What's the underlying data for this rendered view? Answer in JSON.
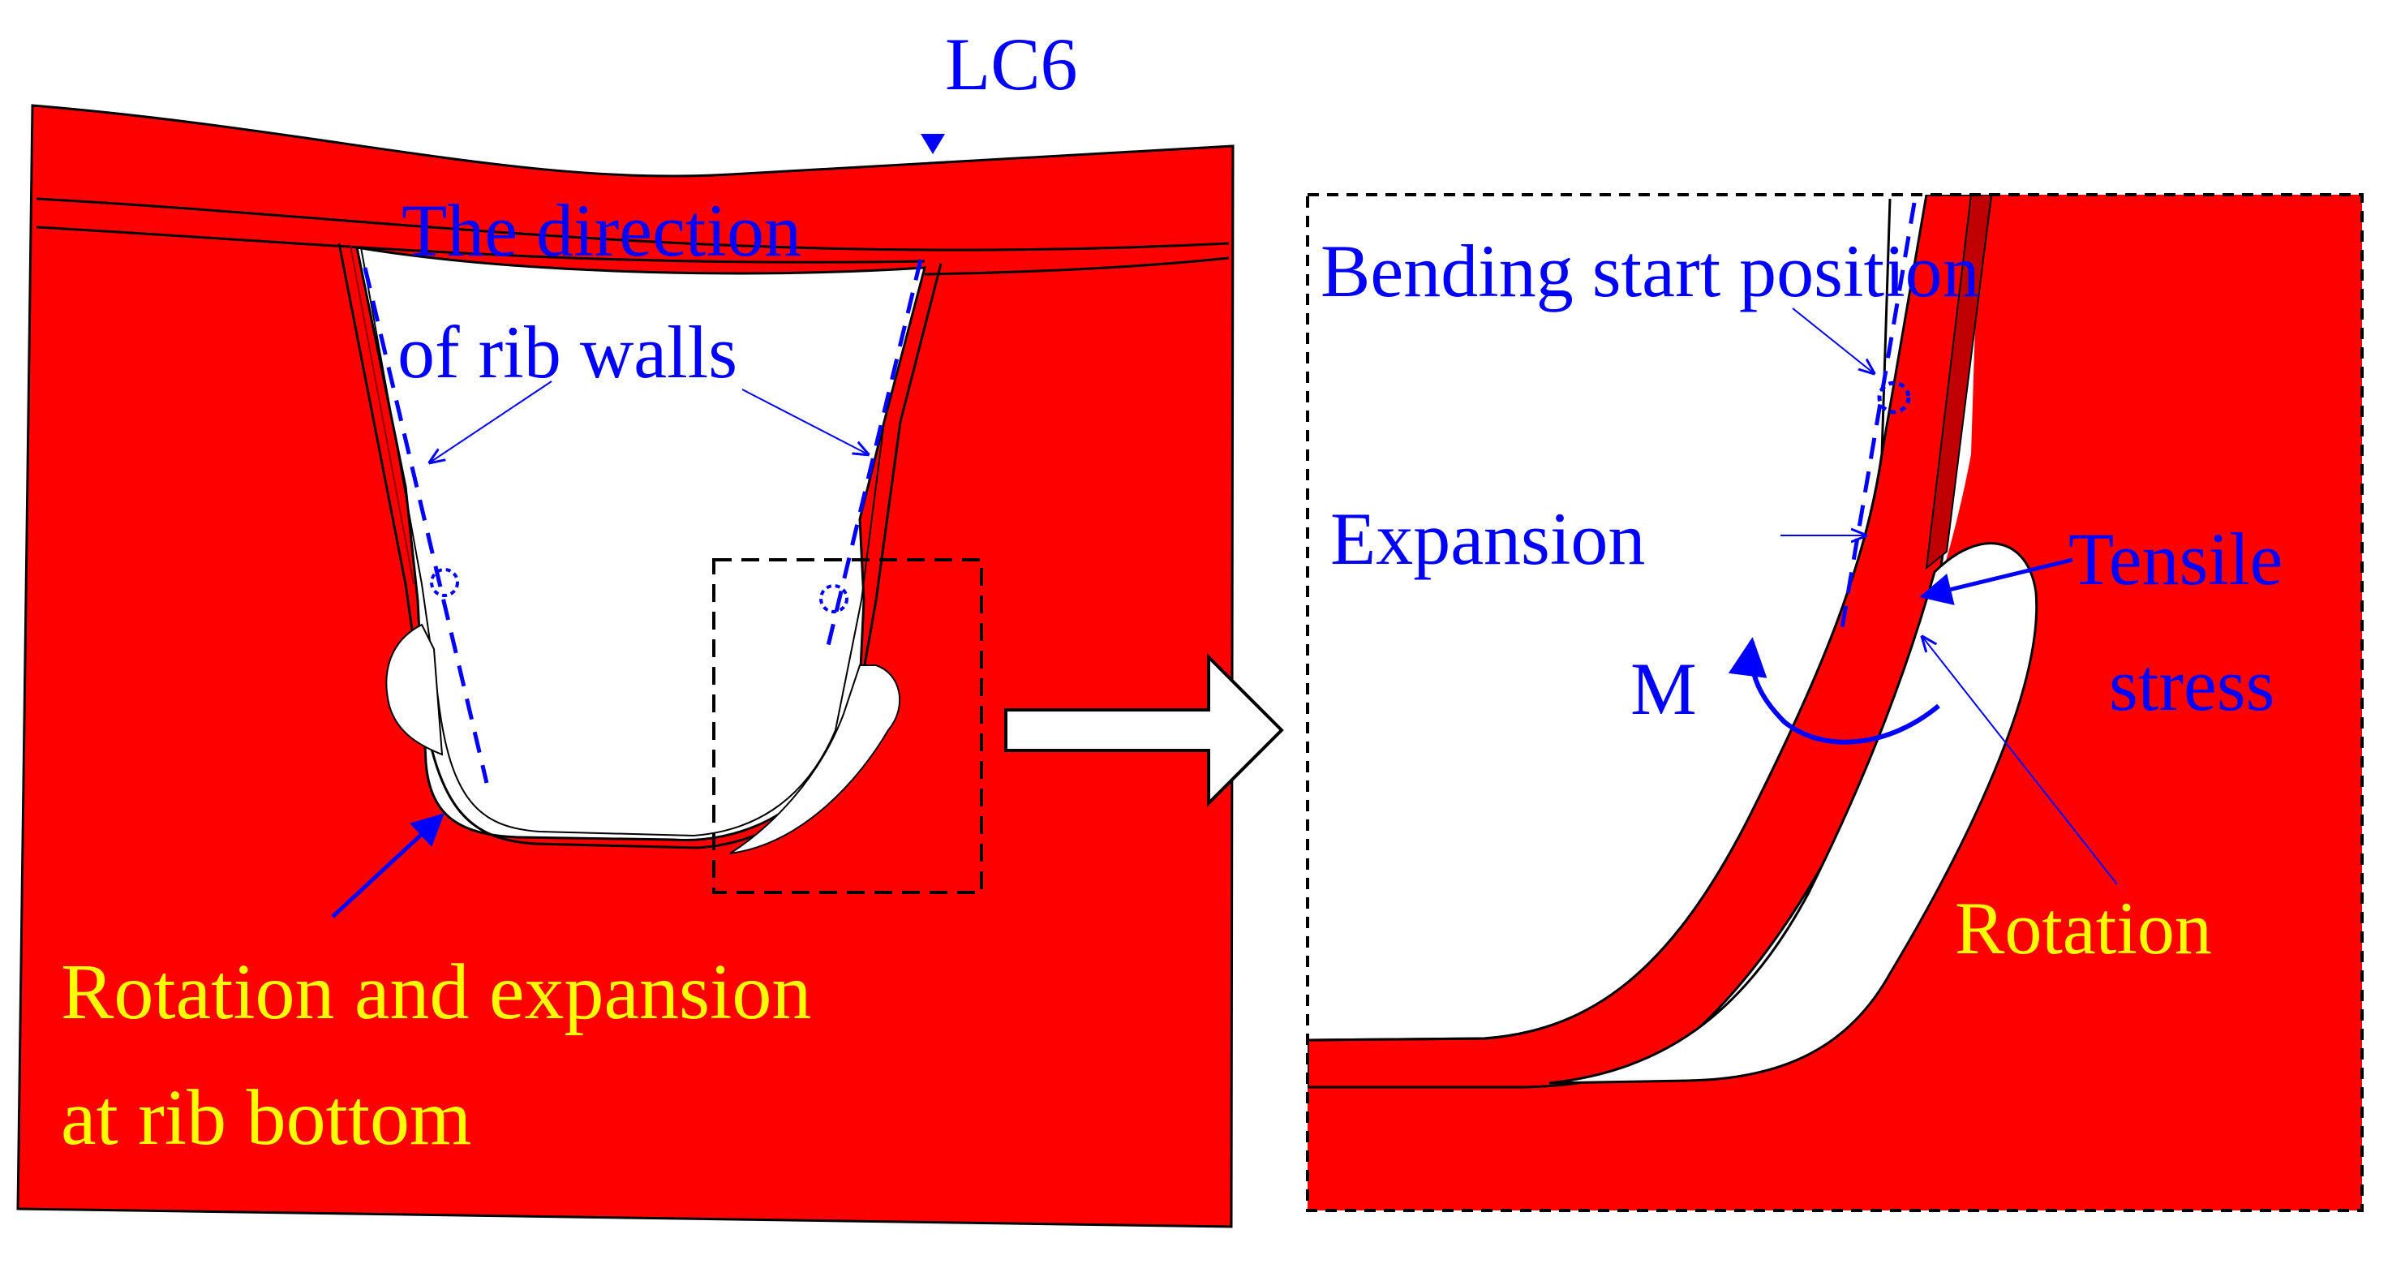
{
  "labels": {
    "lc6": "LC6",
    "rib_direction_line1": "The direction",
    "rib_direction_line2": "of rib walls",
    "bottom_line1": "Rotation and expansion",
    "bottom_line2": "at rib bottom",
    "bending_start": "Bending start position",
    "expansion": "Expansion",
    "tensile_line1": "Tensile",
    "tensile_line2": "stress",
    "moment": "M",
    "rotation": "Rotation"
  },
  "colors": {
    "material": "#ff0000",
    "material_dark": "#c00000",
    "annotation_blue": "#0000ff",
    "annotation_yellow": "#ffff00",
    "outline": "#000000",
    "background": "#ffffff"
  }
}
